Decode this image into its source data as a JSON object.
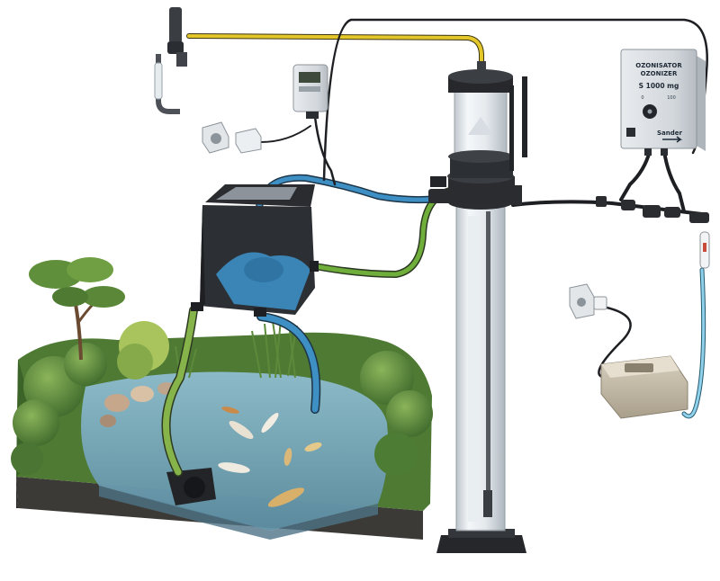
{
  "ozonizer": {
    "title_line1": "OZONISATOR",
    "title_line2": "OZONIZER",
    "model": "S 1000 mg",
    "scale_low": "0",
    "scale_high": "100",
    "brand": "Sander"
  },
  "colors": {
    "water_blue": "#3d8fc4",
    "return_green": "#6fae3a",
    "ozone_yellow": "#e3c72a",
    "air_lightblue": "#8fd0ea",
    "pond_water": "#7fb2c6",
    "tank_black": "#2c2f33"
  },
  "icons": {
    "socket_1": "power-socket-icon",
    "socket_2": "power-socket-icon",
    "plug": "power-plug-icon"
  }
}
